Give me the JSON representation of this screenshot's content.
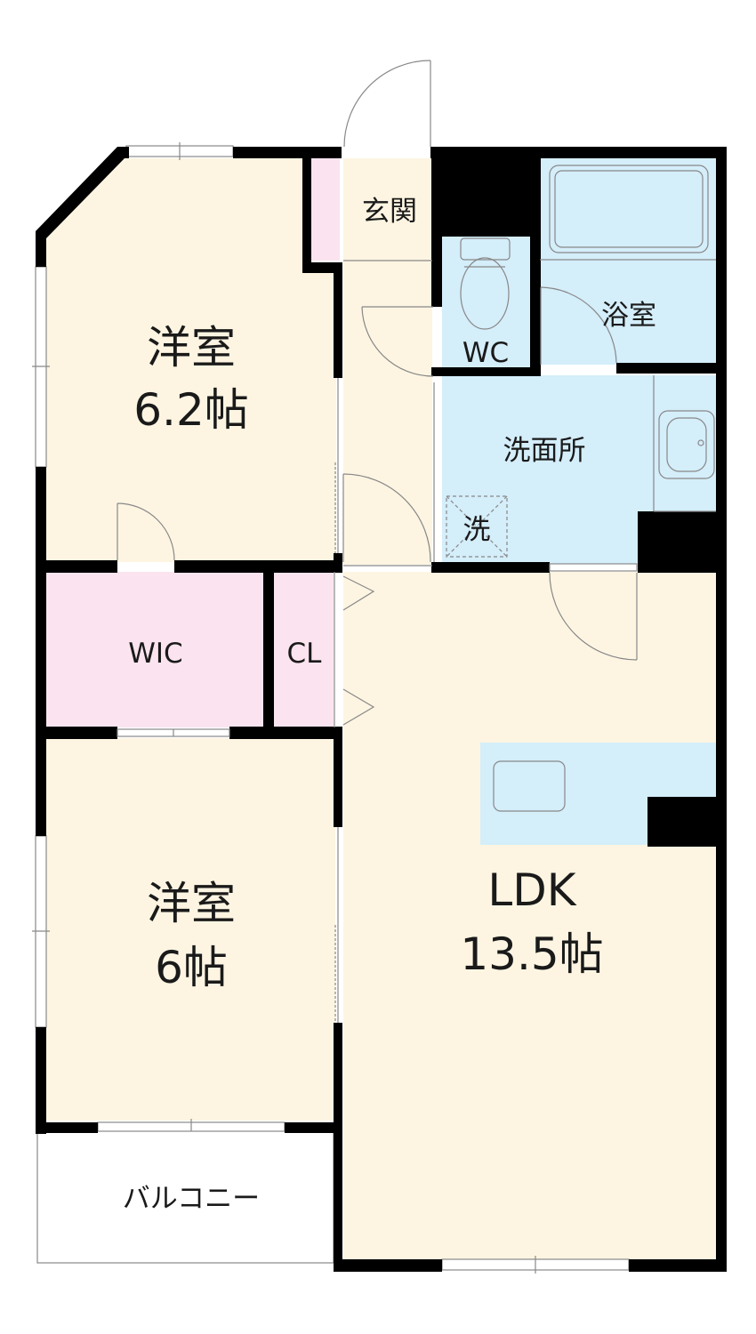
{
  "rooms": {
    "western1": {
      "name": "洋室",
      "size": "6.2帖"
    },
    "western2": {
      "name": "洋室",
      "size": "6帖"
    },
    "ldk": {
      "name": "LDK",
      "size": "13.5帖"
    },
    "entrance": {
      "name": "玄関"
    },
    "bath": {
      "name": "浴室"
    },
    "wc": {
      "name": "WC"
    },
    "washroom": {
      "name": "洗面所"
    },
    "washer": {
      "name": "洗"
    },
    "wic": {
      "name": "WIC"
    },
    "cl": {
      "name": "CL"
    },
    "balcony": {
      "name": "バルコニー"
    }
  },
  "colors": {
    "room": "#fdf5e2",
    "wet": "#d4eefa",
    "storage": "#fbe4ef",
    "wall": "#000000",
    "outline": "#888888"
  }
}
